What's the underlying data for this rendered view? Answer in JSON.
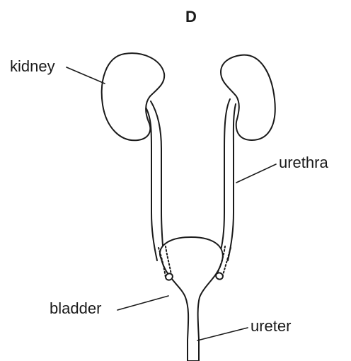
{
  "title": "D",
  "labels": {
    "kidney": "kidney",
    "urethra": "urethra",
    "bladder": "bladder",
    "ureter": "ureter"
  },
  "colors": {
    "ink": "#1a1a1a",
    "background": "#ffffff"
  }
}
